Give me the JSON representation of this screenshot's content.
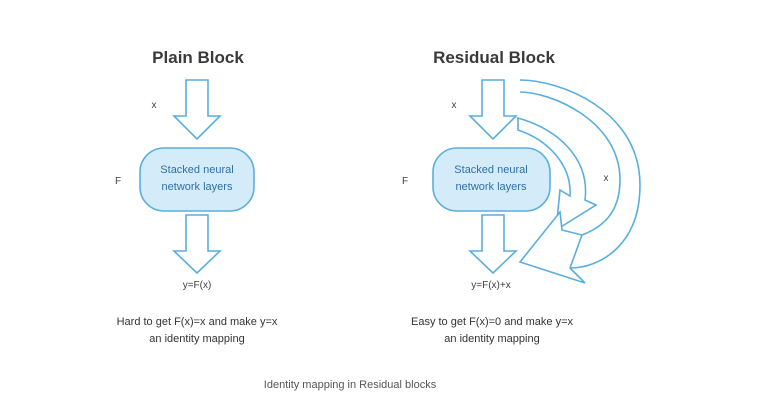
{
  "colors": {
    "stroke": "#5aaedf",
    "box_fill": "#d4ecfa",
    "box_text": "#2f6fa5"
  },
  "plain": {
    "title": "Plain Block",
    "input_label": "x",
    "function_label": "F",
    "box_line1": "Stacked neural",
    "box_line2": "network layers",
    "output_label": "y=F(x)",
    "desc_line1": "Hard to get F(x)=x and make y=x",
    "desc_line2": "an identity mapping"
  },
  "residual": {
    "title": "Residual Block",
    "input_label": "x",
    "function_label": "F",
    "skip_label": "x",
    "box_line1": "Stacked neural",
    "box_line2": "network layers",
    "output_label": "y=F(x)+x",
    "desc_line1": "Easy to get F(x)=0 and make y=x",
    "desc_line2": "an identity mapping"
  },
  "caption": "Identity mapping in Residual blocks"
}
